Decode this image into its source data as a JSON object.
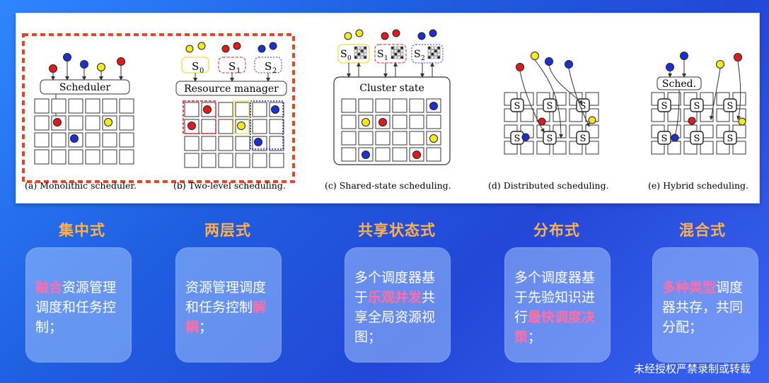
{
  "figure": {
    "captions": {
      "a": "(a) Monolithic scheduler.",
      "b": "(b) Two-level scheduling.",
      "c": "(c) Shared-state scheduling.",
      "d": "(d) Distributed scheduling.",
      "e": "(e) Hybrid scheduling."
    },
    "labels": {
      "scheduler": "Scheduler",
      "resource_manager": "Resource manager",
      "cluster_state": "Cluster state",
      "sched": "Sched.",
      "s": "S",
      "s0": "S",
      "s1": "S",
      "s2": "S",
      "sub0": "0",
      "sub1": "1",
      "sub2": "2"
    },
    "colors": {
      "red": "#e01b1b",
      "blue": "#1c2fd1",
      "yellow": "#f5e81f",
      "dashed_border": "#e8441e"
    }
  },
  "categories": [
    {
      "title": "集中式",
      "pre": "",
      "hl": "融合",
      "post": "资源管理调度和任务控制；",
      "hl2": "",
      "post2": ""
    },
    {
      "title": "两层式",
      "pre": "资源管理调度和任务控制",
      "hl": "解耦",
      "post": "；",
      "hl2": "",
      "post2": ""
    },
    {
      "title": "共享状态式",
      "pre": "多个调度器基于",
      "hl": "乐观并发",
      "post": "共享全局资源视图；",
      "hl2": "",
      "post2": ""
    },
    {
      "title": "分布式",
      "pre": "多个调度器基于先验知识进行",
      "hl": "最快调度决策",
      "post": "；",
      "hl2": "",
      "post2": ""
    },
    {
      "title": "混合式",
      "pre": "",
      "hl": "多种类型",
      "post": "调度器共存，共同分配；",
      "hl2": "",
      "post2": ""
    }
  ],
  "footer": {
    "note": "未经授权严禁录制或转载"
  }
}
